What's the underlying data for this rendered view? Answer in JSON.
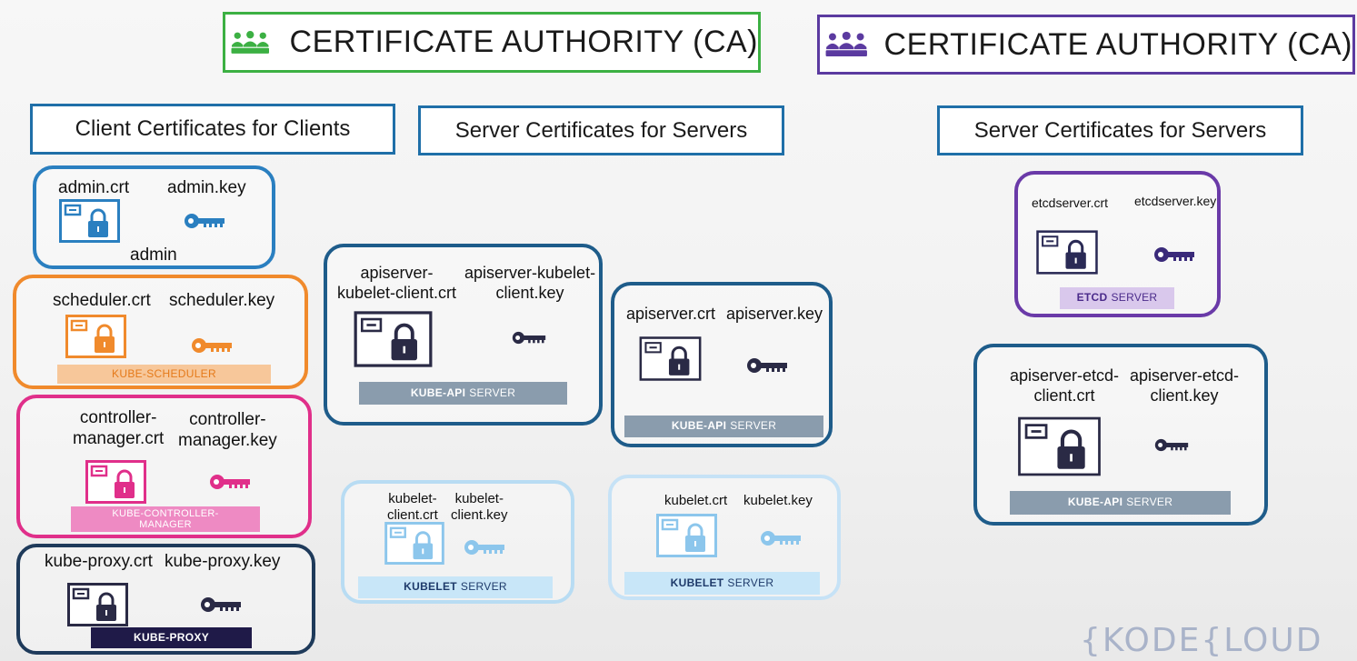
{
  "ca_left": {
    "title": "CERTIFICATE AUTHORITY (CA)",
    "color": "#3cb043",
    "icon": "people-group-icon"
  },
  "ca_right": {
    "title": "CERTIFICATE AUTHORITY (CA)",
    "color": "#5b3aa0",
    "icon": "people-group-icon"
  },
  "sections": {
    "client": "Client Certificates for Clients",
    "server_mid": "Server Certificates for Servers",
    "server_right": "Server Certificates for Servers"
  },
  "groups": {
    "admin": {
      "crt": "admin.crt",
      "key": "admin.key",
      "user": "admin",
      "color": "#2a7fc0"
    },
    "scheduler": {
      "crt": "scheduler.crt",
      "key": "scheduler.key",
      "bar": "KUBE-SCHEDULER",
      "color": "#f08a2c"
    },
    "controller": {
      "crt": "controller-\nmanager.crt",
      "key": "controller-\nmanager.key",
      "bar": "KUBE-CONTROLLER-\nMANAGER",
      "color": "#e02f8a"
    },
    "proxy": {
      "crt": "kube-proxy.crt",
      "key": "kube-proxy.key",
      "bar": "KUBE-PROXY",
      "color": "#1e3a5a"
    },
    "apiserver_kubelet_client": {
      "crt": "apiserver-\nkubelet-client.crt",
      "key": "apiserver-kubelet-\nclient.key",
      "bar_bold": "KUBE-API",
      "bar_rest": "SERVER",
      "color": "#1e5c8a"
    },
    "apiserver": {
      "crt": "apiserver.crt",
      "key": "apiserver.key",
      "bar_bold": "KUBE-API",
      "bar_rest": "SERVER",
      "color": "#1e5c8a"
    },
    "kubelet_client": {
      "crt": "kubelet-\nclient.crt",
      "key": "kubelet-\nclient.key",
      "bar_bold": "KUBELET",
      "bar_rest": "SERVER",
      "color": "#b8dcf3"
    },
    "kubelet": {
      "crt": "kubelet.crt",
      "key": "kubelet.key",
      "bar_bold": "KUBELET",
      "bar_rest": "SERVER",
      "color": "#b8dcf3"
    },
    "etcd": {
      "crt": "etcdserver.crt",
      "key": "etcdserver.key",
      "bar_bold": "ETCD",
      "bar_rest": "SERVER",
      "color": "#6a3aa8"
    },
    "apiserver_etcd_client": {
      "crt": "apiserver-etcd-\nclient.crt",
      "key": "apiserver-etcd-\nclient.key",
      "bar_bold": "KUBE-API",
      "bar_rest": "SERVER",
      "color": "#1e5c8a"
    }
  },
  "logo": "{KODE{LOUD",
  "icons": {
    "certificate": "certificate-lock-icon",
    "key": "key-icon"
  }
}
